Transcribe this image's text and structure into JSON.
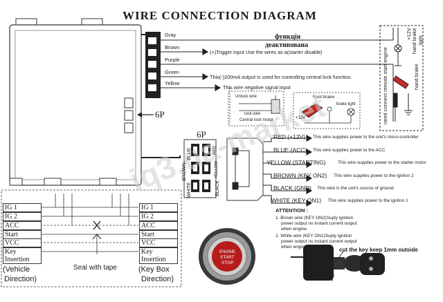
{
  "title": "WIRE CONNECTION DIAGRAM",
  "watermark": "iq3.ua-market",
  "connector_6p_top": "6P",
  "connector_6p_right": "6P",
  "top_wires": [
    {
      "color": "Gray",
      "desc": ""
    },
    {
      "color": "Brown",
      "desc": "(+)Trigger input Use the wires as a(starter disable)"
    },
    {
      "color": "Purple",
      "desc": ""
    },
    {
      "color": "Green",
      "desc": "This(-)200mA output is used for controlling central lock function."
    },
    {
      "color": "Yellow",
      "desc": "This wire negative signal input"
    }
  ],
  "cyrillic_note": [
    "функція",
    "деактивована"
  ],
  "lock": {
    "unlock_wire": "Unlock wire",
    "lock_wire": "lock wire",
    "motor": "Central lock motor"
  },
  "brake": {
    "foot_brake": "Foot brake",
    "brake_light": "brake light",
    "voltage": "+12V"
  },
  "right_panel": {
    "voltage": "+12V",
    "hand_brake": "hand brake",
    "light": "light",
    "hand_brake2": "hand brake",
    "note": "need connect remote start engine"
  },
  "connector_labels": {
    "brown": "BROWN",
    "blue": "BLUE",
    "red": "RED",
    "white": "WHITE",
    "yellow": "YELLOW",
    "black": "BLACK"
  },
  "power_wires": [
    {
      "label": "RED (+12V)",
      "desc": "This wire supplies power to the unit's micro-controller"
    },
    {
      "label": "BLUE (ACC)",
      "desc": "This wire supplies power to the ACC"
    },
    {
      "label": "YELLOW (STARTING)",
      "desc": "This wire supplies power to the starter motor"
    },
    {
      "label": "BROWN (KEY ON2)",
      "desc": "This wire supplies power to the igniton 2"
    },
    {
      "label": "BLACK (GND)",
      "desc": "This wire is the unit's source of ground"
    },
    {
      "label": "WHITE (KEY ON1)",
      "desc": "This wire supplies power to the igniton 1"
    }
  ],
  "attention": {
    "heading": "ATTENTION :",
    "items": [
      [
        "1. Brown wire (KEY ON2)Suply ignition",
        "power output no instant current output",
        "when engine."
      ],
      [
        "2. White wire (KEY ON1)Suply ignition",
        "power output no instant current output",
        "when engine."
      ]
    ]
  },
  "key_note": "cut the key keep 1mm outside",
  "ignition_rows": [
    "IG 1",
    "IG 2",
    "ACC",
    "Start",
    "VCC",
    "Key Insertion"
  ],
  "vehicle_direction": [
    "(Vehicle",
    "Direction)"
  ],
  "keybox_direction": [
    "(Key Box",
    "Direction)"
  ],
  "seal_label": "Seal with tape",
  "button_lines": [
    "ENGINE",
    "START",
    "STOP"
  ],
  "colors": {
    "ink": "#1a1a1a",
    "module_fill": "#ffffff",
    "button_ring": "#8a8a8a",
    "button_face": "#c62828",
    "key_body": "#222222"
  }
}
